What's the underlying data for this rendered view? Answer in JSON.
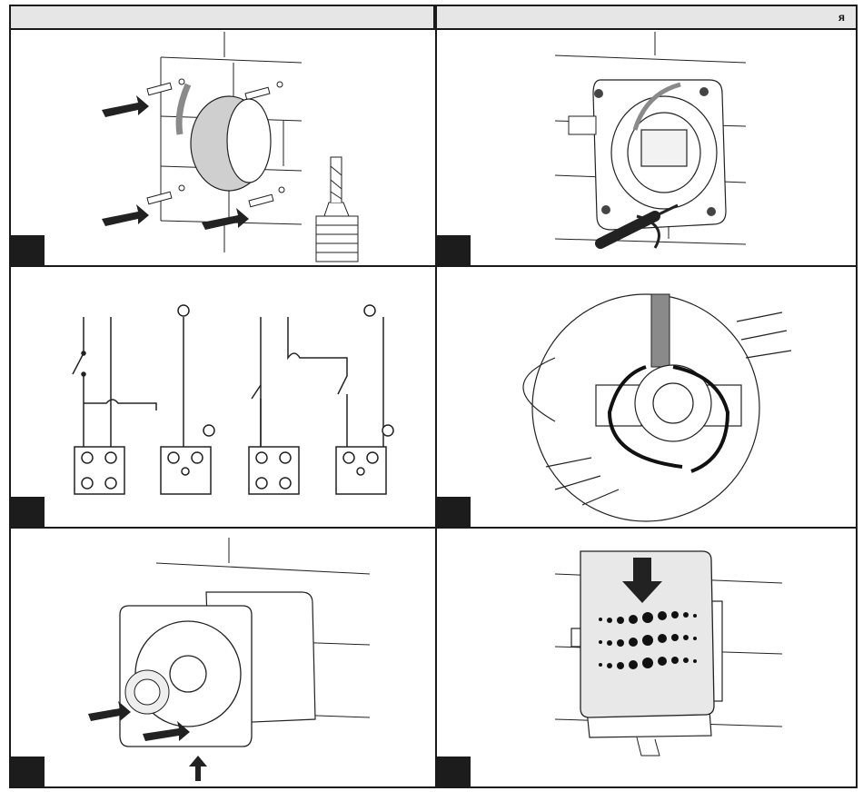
{
  "header": {
    "left_text": "",
    "right_text": "я"
  },
  "steps": [
    {
      "id": "step-1",
      "label": ""
    },
    {
      "id": "step-2",
      "label": ""
    },
    {
      "id": "step-3",
      "label": ""
    },
    {
      "id": "step-4",
      "label": ""
    },
    {
      "id": "step-5",
      "label": ""
    },
    {
      "id": "step-6",
      "label": ""
    }
  ],
  "colors": {
    "frame": "#1a1a1a",
    "header_bg": "#e6e6e6",
    "step_badge": "#1c1c1c",
    "duct": "#cfcfcf",
    "cable": "#8a8a8a",
    "grille": "#e8e8e8"
  }
}
